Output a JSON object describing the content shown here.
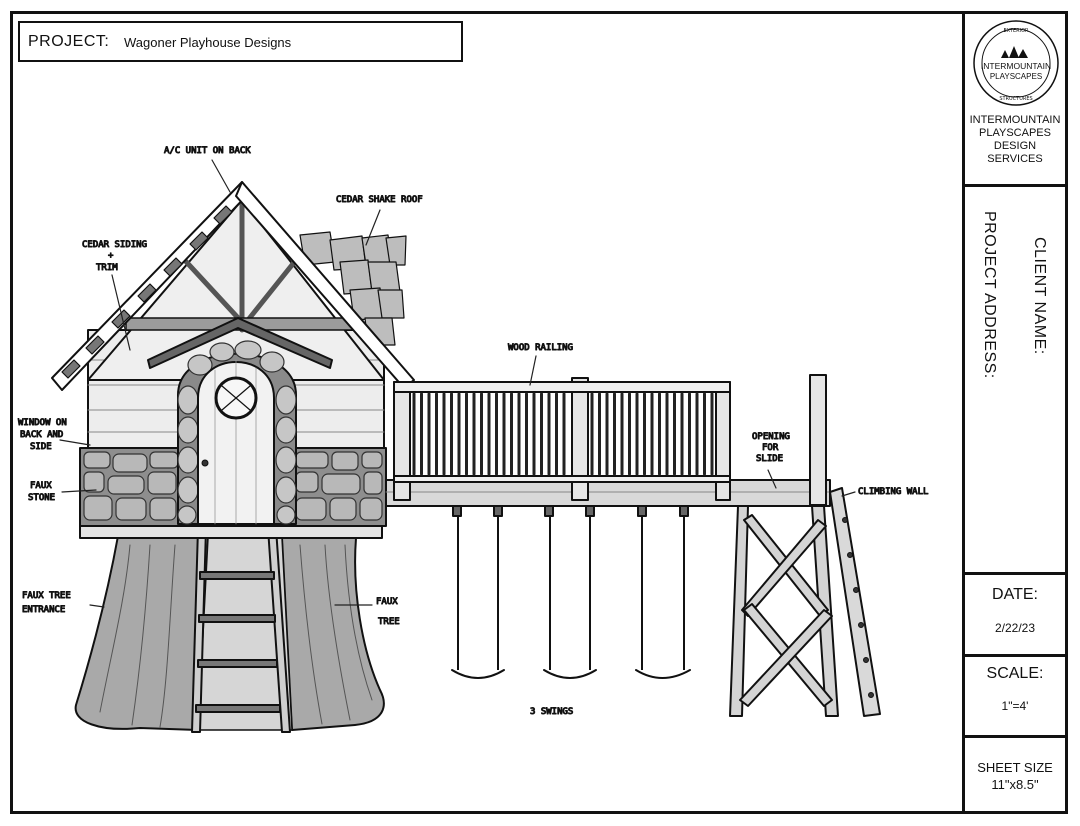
{
  "project": {
    "label": "PROJECT:",
    "name": "Wagoner Playhouse Designs"
  },
  "titleblock": {
    "logo": {
      "ring_top": "EXTERIOR",
      "name_line1": "INTERMOUNTAIN",
      "name_line2": "PLAYSCAPES",
      "ring_bottom": "STRUCTURES"
    },
    "company_lines": [
      "INTERMOUNTAIN",
      "PLAYSCAPES",
      "DESIGN",
      "SERVICES"
    ],
    "client_label": "CLIENT NAME:",
    "address_label": "PROJECT ADDRESS:",
    "date_label": "DATE:",
    "date_value": "2/22/23",
    "scale_label": "SCALE:",
    "scale_value": "1\"=4'",
    "sheet_label": "SHEET SIZE",
    "sheet_value": "11\"x8.5\""
  },
  "notes": {
    "ac": "A/C UNIT ON BACK",
    "cedar_siding_1": "CEDAR SIDING",
    "cedar_siding_2": "+",
    "cedar_siding_3": "TRIM",
    "cedar_roof": "CEDAR SHAKE ROOF",
    "wood_railing": "WOOD RAILING",
    "window_1": "WINDOW ON",
    "window_2": "BACK AND",
    "window_3": "SIDE",
    "stone_1": "FAUX",
    "stone_2": "STONE",
    "opening_1": "OPENING",
    "opening_2": "FOR",
    "opening_3": "SLIDE",
    "climbing": "CLIMBING WALL",
    "tree_entrance_1": "FAUX TREE",
    "tree_entrance_2": "ENTRANCE",
    "faux_tree_1": "FAUX",
    "faux_tree_2": "TREE",
    "swings": "3 SWINGS"
  },
  "colors": {
    "ink": "#111111",
    "paper": "#ffffff",
    "wood_light": "#e9e9e9",
    "wood_mid": "#bdbdbd",
    "stone": "#8d8d8d",
    "tree": "#9a9a9a"
  }
}
